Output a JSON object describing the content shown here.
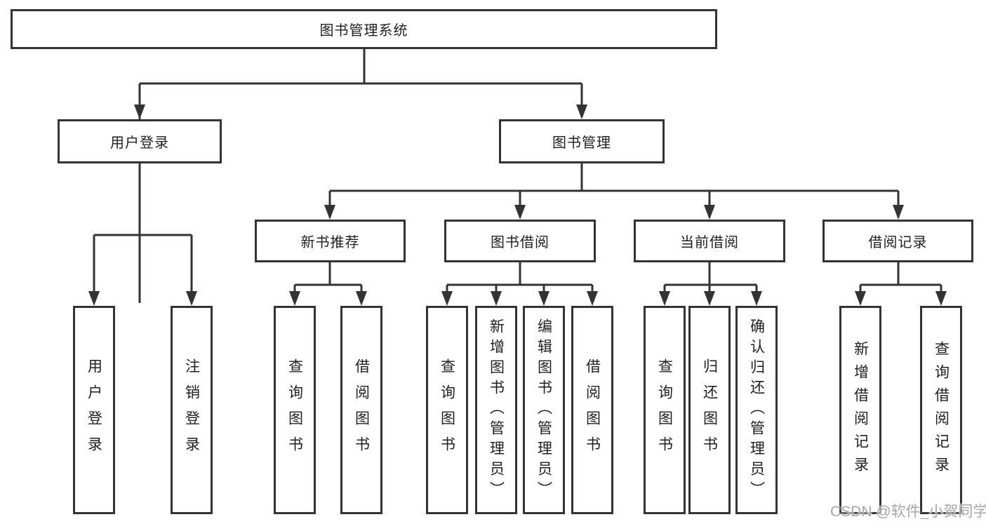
{
  "tree": {
    "root": {
      "label": "图书管理系统"
    },
    "level2": [
      {
        "label": "用户登录",
        "leaves": [
          {
            "label": "用户登录"
          },
          {
            "label": "注销登录"
          }
        ]
      },
      {
        "label": "图书管理",
        "groups": [
          {
            "label": "新书推荐",
            "leaves": [
              {
                "label": "查询图书"
              },
              {
                "label": "借阅图书"
              }
            ]
          },
          {
            "label": "图书借阅",
            "leaves": [
              {
                "label": "查询图书"
              },
              {
                "label": "新增图书（管理员）"
              },
              {
                "label": "编辑图书（管理员）"
              },
              {
                "label": "借阅图书"
              }
            ]
          },
          {
            "label": "当前借阅",
            "leaves": [
              {
                "label": "查询图书"
              },
              {
                "label": "归还图书"
              },
              {
                "label": "确认归还（管理员）"
              }
            ]
          },
          {
            "label": "借阅记录",
            "leaves": [
              {
                "label": "新增借阅记录"
              },
              {
                "label": "查询借阅记录"
              }
            ]
          }
        ]
      }
    ]
  },
  "watermark": "CSDN @软件_小贺同学",
  "colors": {
    "line": "#333333",
    "text": "#1f1f1f",
    "watermark": "#a6a6a6",
    "background": "#ffffff"
  }
}
